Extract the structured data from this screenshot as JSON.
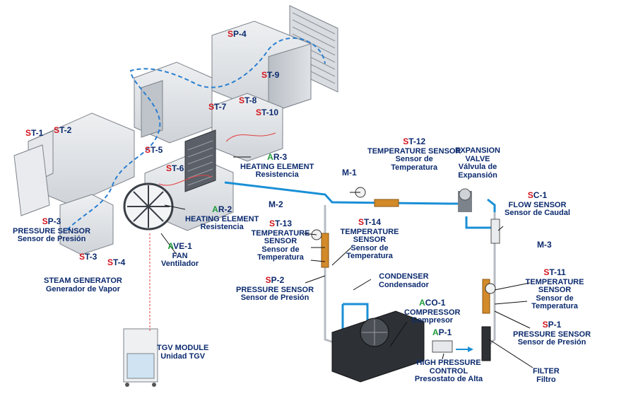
{
  "colors": {
    "duct": "#cfd3d8",
    "duct_dark": "#a9aeb5",
    "refrigerant": "#1a8fd6",
    "label": "#0b2a6e",
    "prefix": "#d1121a",
    "prefix_actuator": "#1f9a3a",
    "wire": "#e04040"
  },
  "equipment": {
    "steam_generator": {
      "title": "STEAM GENERATOR",
      "subtitle": "Generador de Vapor"
    },
    "tgv_module": {
      "title": "TGV MODULE",
      "subtitle": "Unidad TGV"
    },
    "fan": {
      "prefix": "A",
      "code": "VE-1",
      "title": "FAN",
      "subtitle": "Ventilador"
    },
    "heating_element_2": {
      "prefix": "A",
      "code": "R-2",
      "title": "HEATING ELEMENT",
      "subtitle": "Resistencia"
    },
    "heating_element_3": {
      "prefix": "A",
      "code": "R-3",
      "title": "HEATING ELEMENT",
      "subtitle": "Resistencia"
    },
    "expansion_valve": {
      "title": "EXPANSION VALVE",
      "subtitle": "Válvula de Expansión"
    },
    "condenser": {
      "title": "CONDENSER",
      "subtitle": "Condensador"
    },
    "compressor": {
      "prefix": "A",
      "code": "CO-1",
      "title": "COMPRESSOR",
      "subtitle": "Compresor"
    },
    "high_pressure": {
      "prefix": "A",
      "code": "P-1",
      "title": "HIGH PRESSURE CONTROL",
      "subtitle": "Presostato de Alta"
    },
    "filter": {
      "title": "FILTER",
      "subtitle": "Filtro"
    }
  },
  "sensors": {
    "st1": {
      "prefix": "S",
      "code": "T-1"
    },
    "st2": {
      "prefix": "S",
      "code": "T-2"
    },
    "st3": {
      "prefix": "S",
      "code": "T-3"
    },
    "st4": {
      "prefix": "S",
      "code": "T-4"
    },
    "st5": {
      "prefix": "S",
      "code": "T-5"
    },
    "st6": {
      "prefix": "S",
      "code": "T-6"
    },
    "st7": {
      "prefix": "S",
      "code": "T-7"
    },
    "st8": {
      "prefix": "S",
      "code": "T-8"
    },
    "st9": {
      "prefix": "S",
      "code": "T-9"
    },
    "st10": {
      "prefix": "S",
      "code": "T-10"
    },
    "sp4": {
      "prefix": "S",
      "code": "P-4"
    },
    "sp3": {
      "prefix": "S",
      "code": "P-3",
      "title": "PRESSURE SENSOR",
      "subtitle": "Sensor de Presión"
    },
    "st12": {
      "prefix": "S",
      "code": "T-12",
      "title": "TEMPERATURE SENSOR",
      "subtitle": "Sensor de Temperatura"
    },
    "st13": {
      "prefix": "S",
      "code": "T-13",
      "title": "TEMPERATURE SENSOR",
      "subtitle": "Sensor de Temperatura"
    },
    "st14": {
      "prefix": "S",
      "code": "T-14",
      "title": "TEMPERATURE SENSOR",
      "subtitle": "Sensor de Temperatura"
    },
    "st11": {
      "prefix": "S",
      "code": "T-11",
      "title": "TEMPERATURE SENSOR",
      "subtitle": "Sensor de Temperatura"
    },
    "sp2": {
      "prefix": "S",
      "code": "P-2",
      "title": "PRESSURE SENSOR",
      "subtitle": "Sensor de Presión"
    },
    "sp1": {
      "prefix": "S",
      "code": "P-1",
      "title": "PRESSURE SENSOR",
      "subtitle": "Sensor de Presión"
    },
    "sc1": {
      "prefix": "S",
      "code": "C-1",
      "title": "FLOW SENSOR",
      "subtitle": "Sensor de Caudal"
    }
  },
  "meters": {
    "m1": "M-1",
    "m2": "M-2",
    "m3": "M-3"
  }
}
